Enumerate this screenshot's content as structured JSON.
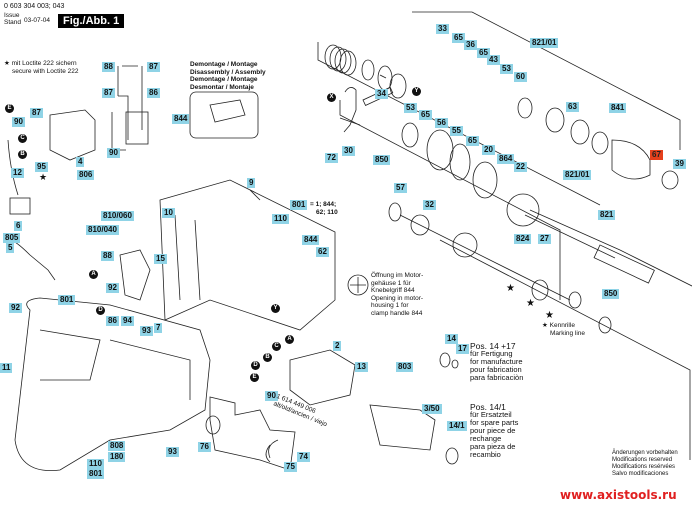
{
  "header": {
    "part_codes": "0 603 304 003; 043",
    "issue_label_1": "Issue",
    "issue_label_2": "Stand",
    "issue_date": "03-07-04",
    "figure_label": "Fig./Abb. 1"
  },
  "star_note": {
    "line1": "mit Loctite 222 sichern",
    "line2": "secure with Loctite 222"
  },
  "assembly_note": {
    "de": "Demontage / Montage",
    "en": "Disassembly / Assembly",
    "fr": "Demontage / Montage",
    "es": "Desmontar / Montaje"
  },
  "opening_note": {
    "line1": "Öffnung im Motor-",
    "line2": "gehäuse 1 für",
    "line3": "Knebelgriff 844",
    "line4": "Opening in motor-",
    "line5": "housing 1 for",
    "line6": "clamp handle 844"
  },
  "formula_801": {
    "line1": "= 1; 844;",
    "line2": "62; 110"
  },
  "marking_note": {
    "line1": "Kennrille",
    "line2": "Marking line"
  },
  "pos_14_17": {
    "title": "Pos. 14 +17",
    "l1": "für Fertigung",
    "l2": "for manufacture",
    "l3": "pour fabrication",
    "l4": "para fabricaciòn"
  },
  "pos_14_1": {
    "title": "Pos. 14/1",
    "l1": "für Ersatzteil",
    "l2": "for spare parts",
    "l3": "pour piece de",
    "l4": "rechange",
    "l5": "para pieza de",
    "l6": "recambio"
  },
  "old_part": {
    "number": "1 614 449 006",
    "label": "alt/old/ancien / viejo"
  },
  "modifications": {
    "de": "Änderungen vorbehalten",
    "en": "Modifications reserved",
    "fr": "Modifications resérvées",
    "es": "Salvo modificaciones"
  },
  "website": "www.axistools.ru",
  "callouts": {
    "c88w": "88",
    "c87w": "87",
    "c87w2": "87",
    "c86w": "86",
    "c90w": "90",
    "c844d": "844",
    "c90": "90",
    "c87": "87",
    "c95": "95",
    "c4": "4",
    "c806": "806",
    "c12": "12",
    "c6": "6",
    "c805": "805",
    "c5": "5",
    "c810_060": "810/060",
    "c810_040": "810/040",
    "c10": "10",
    "c88": "88",
    "c15": "15",
    "c92a": "92",
    "c86": "86",
    "c94": "94",
    "c92": "92",
    "c801": "801",
    "c11": "11",
    "c93a": "93",
    "c7": "7",
    "c93": "93",
    "c808": "808",
    "c180": "180",
    "c110b": "110",
    "c801b": "801",
    "c9": "9",
    "c110": "110",
    "c801f": "801",
    "c844": "844",
    "c62": "62",
    "c76": "76",
    "c74": "74",
    "c75": "75",
    "c90b": "90",
    "c2": "2",
    "c13": "13",
    "c803": "803",
    "c3_50": "3/50",
    "c14_1": "14/1",
    "c14": "14",
    "c17": "17",
    "c72": "72",
    "c30": "30",
    "c34": "34",
    "c850a": "850",
    "c57": "57",
    "c32": "32",
    "c33": "33",
    "c65a": "65",
    "c36": "36",
    "c65b": "65",
    "c43": "43",
    "c53a": "53",
    "c60": "60",
    "c821_01a": "821/01",
    "c63": "63",
    "c841": "841",
    "c67": "67",
    "c39": "39",
    "c53": "53",
    "c65c": "65",
    "c56": "56",
    "c55": "55",
    "c65d": "65",
    "c20": "20",
    "c864": "864",
    "c22": "22",
    "c821_01b": "821/01",
    "c821": "821",
    "c27": "27",
    "c824": "824",
    "c850b": "850"
  },
  "markers": {
    "A": "A",
    "B": "B",
    "C": "C",
    "D": "D",
    "E": "E",
    "X": "X",
    "Y": "Y"
  },
  "star": "★",
  "colors": {
    "callout_bg": "#8fd3e6",
    "highlight": "#e5401c",
    "website": "#e02020"
  }
}
